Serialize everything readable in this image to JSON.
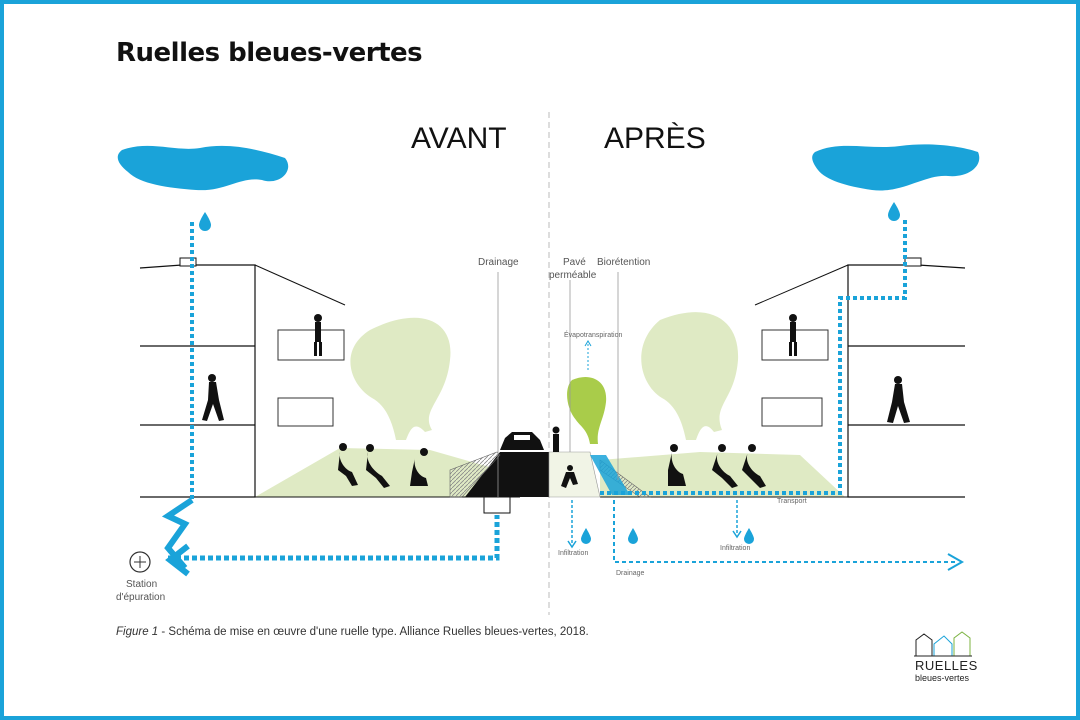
{
  "title": "Ruelles bleues-vertes",
  "headers": {
    "before": "AVANT",
    "after": "APRÈS"
  },
  "labels": {
    "drainage_top": "Drainage",
    "pave_line1": "Pavé",
    "pave_line2": "perméable",
    "bioretention": "Biorétention",
    "evapotranspiration": "Évapotranspiration",
    "transport": "Transport",
    "infiltration_left": "Infiltration",
    "infiltration_right": "Infiltration",
    "drainage_bottom": "Drainage",
    "station_line1": "Station",
    "station_line2": "d'épuration"
  },
  "caption": {
    "figure": "Figure 1",
    "text": " - Schéma de mise en œuvre d'une ruelle type. Alliance Ruelles bleues-vertes, 2018."
  },
  "logo": {
    "line1": "RUELLES",
    "line2": "bleues-vertes"
  },
  "colors": {
    "frame": "#1aa3d9",
    "water": "#1aa3d9",
    "green": "#dfeac4",
    "tree": "#a9cc4a"
  }
}
